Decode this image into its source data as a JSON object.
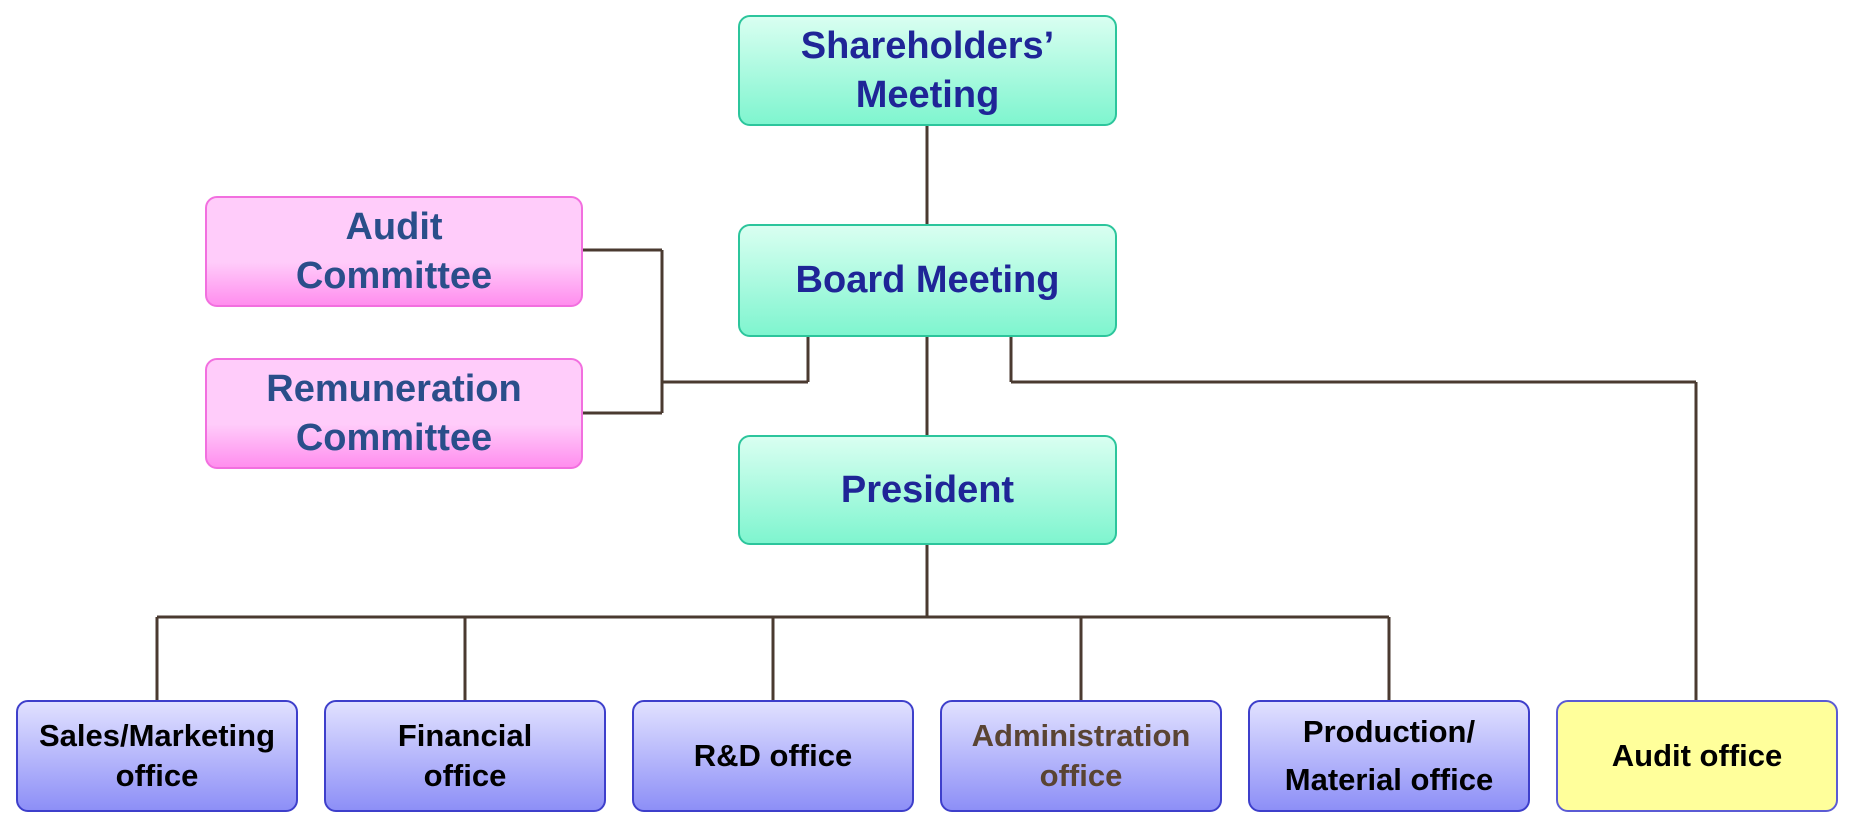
{
  "nodes": {
    "shareholders": {
      "line1": "Shareholders’",
      "line2": "Meeting"
    },
    "board": {
      "label": "Board Meeting"
    },
    "president": {
      "label": "President"
    },
    "audit_committee": {
      "line1": "Audit",
      "line2": "Committee"
    },
    "remuneration_committee": {
      "line1": "Remuneration",
      "line2": "Committee"
    },
    "sales_marketing": {
      "line1": "Sales/Marketing",
      "line2": "office"
    },
    "financial": {
      "line1": "Financial",
      "line2": "office"
    },
    "rd": {
      "label": "R&D office"
    },
    "administration": {
      "line1": "Administration",
      "line2": "office"
    },
    "production_material": {
      "line1": "Production/",
      "line2": "Material office"
    },
    "audit_office": {
      "label": "Audit office"
    }
  },
  "colors": {
    "top_box_fill": "#7ff5cf",
    "committee_fill": "#ffccfa",
    "office_fill": "#8d8ff7",
    "audit_office_fill": "#ffff9b",
    "connector": "#4a3a30",
    "top_text": "#1f2597",
    "committee_text": "#2a4e8a"
  }
}
